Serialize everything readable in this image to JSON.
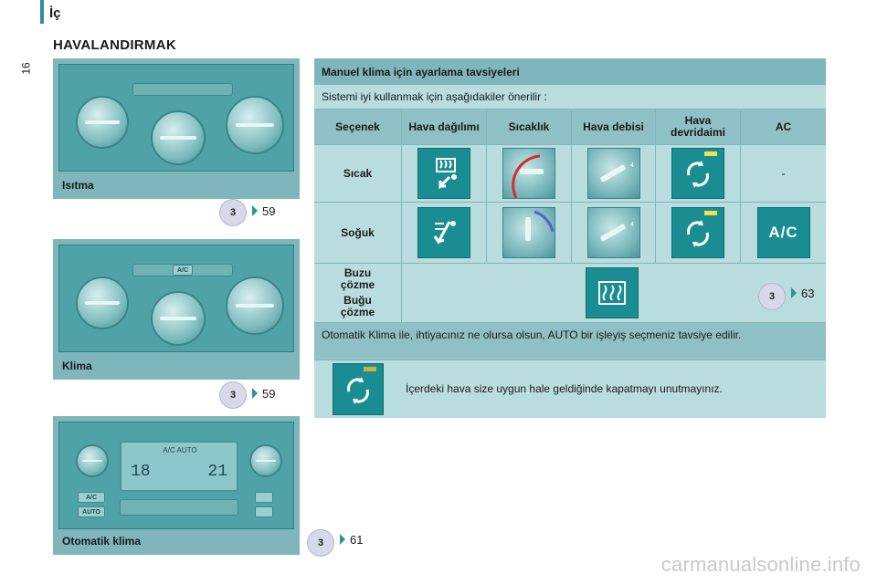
{
  "page": {
    "section_title": "İç",
    "page_number": "16",
    "heading": "HAVALANDIRMAK",
    "watermark": "carmanualsonline.info"
  },
  "panels": [
    {
      "caption": "Isıtma",
      "badge": "3",
      "page_ref": "59"
    },
    {
      "caption": "Klima",
      "badge": "3",
      "page_ref": "59",
      "ac_label": "A/C"
    },
    {
      "caption": "Otomatik klima",
      "badge": "3",
      "page_ref": "61",
      "lcd": {
        "top": "A/C AUTO",
        "left": "18",
        "right": "21"
      },
      "buttons": [
        "A/C",
        "AUTO"
      ]
    }
  ],
  "table": {
    "title": "Manuel klima için ayarlama tavsiyeleri",
    "intro": "Sistemi iyi kullanmak için aşağıdakiler önerilir :",
    "headers": [
      "Seçenek",
      "Hava dağılımı",
      "Sıcaklık",
      "Hava debisi",
      "Hava devridaimi",
      "AC"
    ],
    "rows": [
      {
        "label": "Sıcak",
        "ac_value": "-"
      },
      {
        "label": "Soğuk",
        "ac_value": "A/C"
      },
      {
        "label_1": "Buzu çözme",
        "label_2": "Buğu çözme",
        "badge": "3",
        "page_ref": "63"
      }
    ],
    "note": "Otomatik Klima ile, ihtiyacınız ne olursa olsun, AUTO bir işleyiş seçmeniz tavsiye edilir.",
    "tip": "İçerdeki hava size uygun hale geldiğinde kapatmayı unutmayınız."
  },
  "colors": {
    "accent": "#2f8f9a",
    "panel": "#7fb6bc",
    "cell": "#b9dcdf",
    "icon": "#1a8d92",
    "led": "#f3e14b"
  }
}
